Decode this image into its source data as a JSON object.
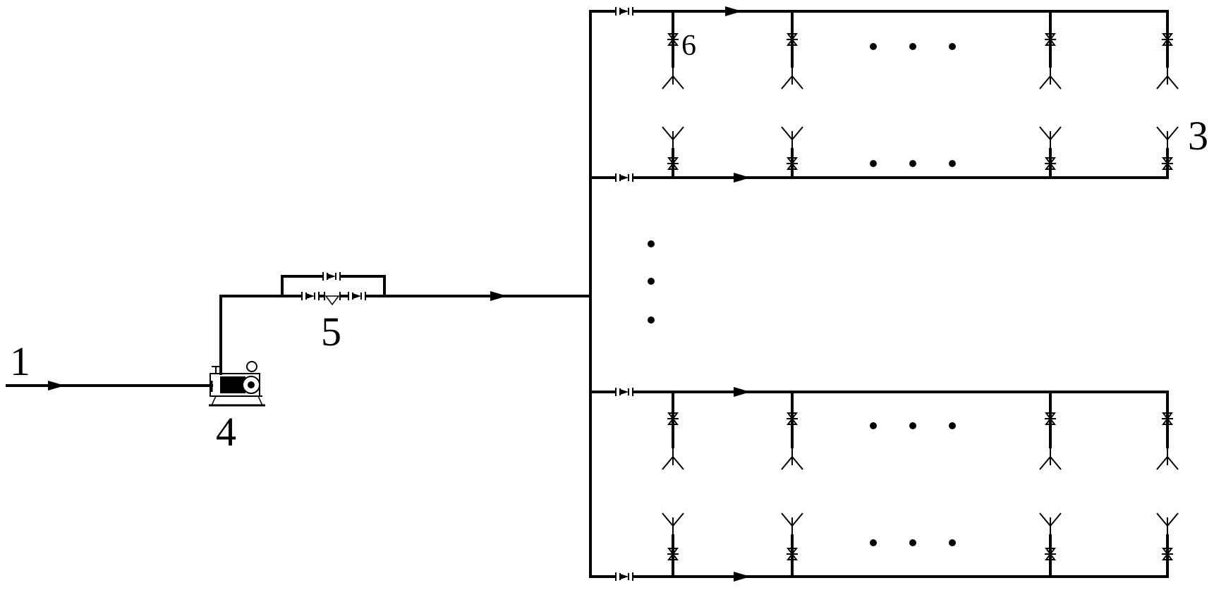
{
  "labels": {
    "inlet": "1",
    "sprinkler": "3",
    "pump": "4",
    "valve_group": "5",
    "branch_valve": "6"
  },
  "colors": {
    "line": "#000000",
    "background": "#ffffff"
  },
  "icons": {
    "pump": "centrifugal-pump-icon",
    "gate_valve": "gate-valve-icon",
    "check_valve": "check-valve-icon",
    "sprinkler": "sprinkler-head-icon",
    "flow_arrow": "flow-arrow-icon"
  },
  "structure": {
    "laterals_drawn": 4,
    "sprinklers_drawn_per_lateral": 4,
    "sprinkler_orientation_per_lateral": [
      "down",
      "up",
      "down",
      "up"
    ]
  }
}
